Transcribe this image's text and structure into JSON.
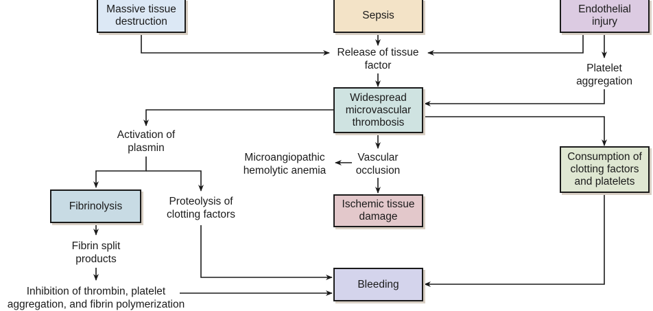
{
  "title": "Pathophysiology of disseminated intravascular coagulation",
  "colors": {
    "massive_tissue": "#dce8f5",
    "sepsis": "#f3e3c7",
    "endothelial": "#dccbe2",
    "thrombosis": "#cfe3e1",
    "fibrinolysis": "#c8dbe4",
    "ischemic": "#e3c8cb",
    "consumption": "#dfe7d2",
    "bleeding": "#d4d4ec",
    "line": "#1a1a1a"
  },
  "boxes": {
    "massive_tissue": "Massive tissue\ndestruction",
    "sepsis": "Sepsis",
    "endothelial": "Endothelial\ninjury",
    "thrombosis": "Widespread\nmicrovascular\nthrombosis",
    "fibrinolysis": "Fibrinolysis",
    "ischemic": "Ischemic tissue\ndamage",
    "consumption": "Consumption of\nclotting factors\nand platelets",
    "bleeding": "Bleeding"
  },
  "labels": {
    "tissue_factor": "Release of tissue\nfactor",
    "platelet_aggregation": "Platelet\naggregation",
    "activation_plasmin": "Activation of\nplasmin",
    "microangiopathic": "Microangiopathic\nhemolytic anemia",
    "vascular_occlusion": "Vascular\nocclusion",
    "proteolysis": "Proteolysis of\nclotting factors",
    "fibrin_split": "Fibrin split\nproducts",
    "inhibition": "Inhibition of thrombin, platelet\naggregation, and fibrin polymerization"
  }
}
